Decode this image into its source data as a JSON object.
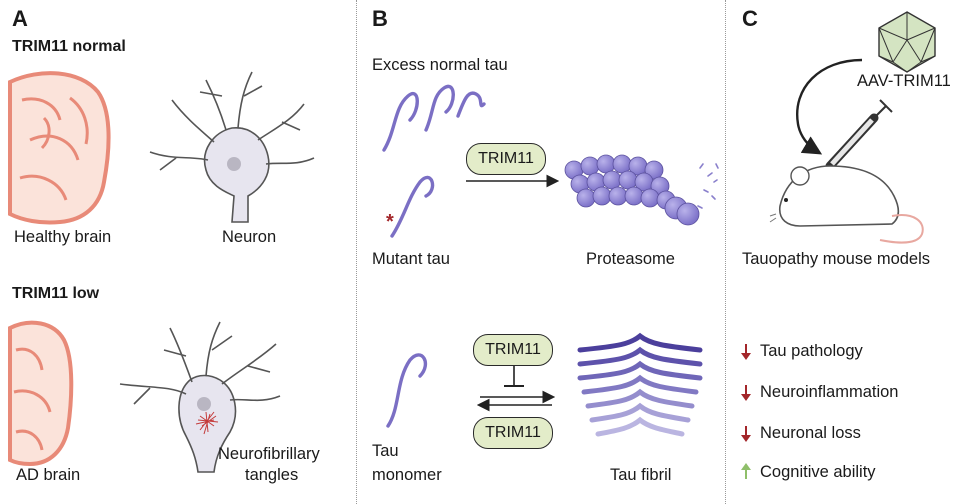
{
  "panels": {
    "a": {
      "letter": "A",
      "normal": {
        "heading": "TRIM11 normal",
        "brain_label": "Healthy brain",
        "neuron_label": "Neuron"
      },
      "low": {
        "heading": "TRIM11 low",
        "brain_label": "AD brain",
        "neuron_label_line1": "Neurofibrillary",
        "neuron_label_line2": "tangles"
      }
    },
    "b": {
      "letter": "B",
      "excess_label": "Excess normal tau",
      "mutant_label": "Mutant tau",
      "proteasome_label": "Proteasome",
      "trim_top": "TRIM11",
      "trim_mid": "TRIM11",
      "trim_bottom": "TRIM11",
      "monomer_line1": "Tau",
      "monomer_line2": "monomer",
      "fibril_label": "Tau fibril"
    },
    "c": {
      "letter": "C",
      "aav_label": "AAV-TRIM11",
      "mouse_label": "Tauopathy mouse models",
      "results": [
        {
          "direction": "down",
          "text": "Tau pathology"
        },
        {
          "direction": "down",
          "text": "Neuroinflammation"
        },
        {
          "direction": "down",
          "text": "Neuronal loss"
        },
        {
          "direction": "up",
          "text": "Cognitive ability"
        }
      ]
    }
  },
  "colors": {
    "brain_fill": "#fbe3da",
    "brain_outline": "#e88a78",
    "neuron_fill": "#e7e5ef",
    "tau_purple": "#7b6fc4",
    "tangle_red": "#c43a3a",
    "pill_fill": "#e3ecc9",
    "arrow_down": "#a3262a",
    "arrow_up": "#8fbf6a",
    "capsid_fill": "#d4e4c2"
  }
}
